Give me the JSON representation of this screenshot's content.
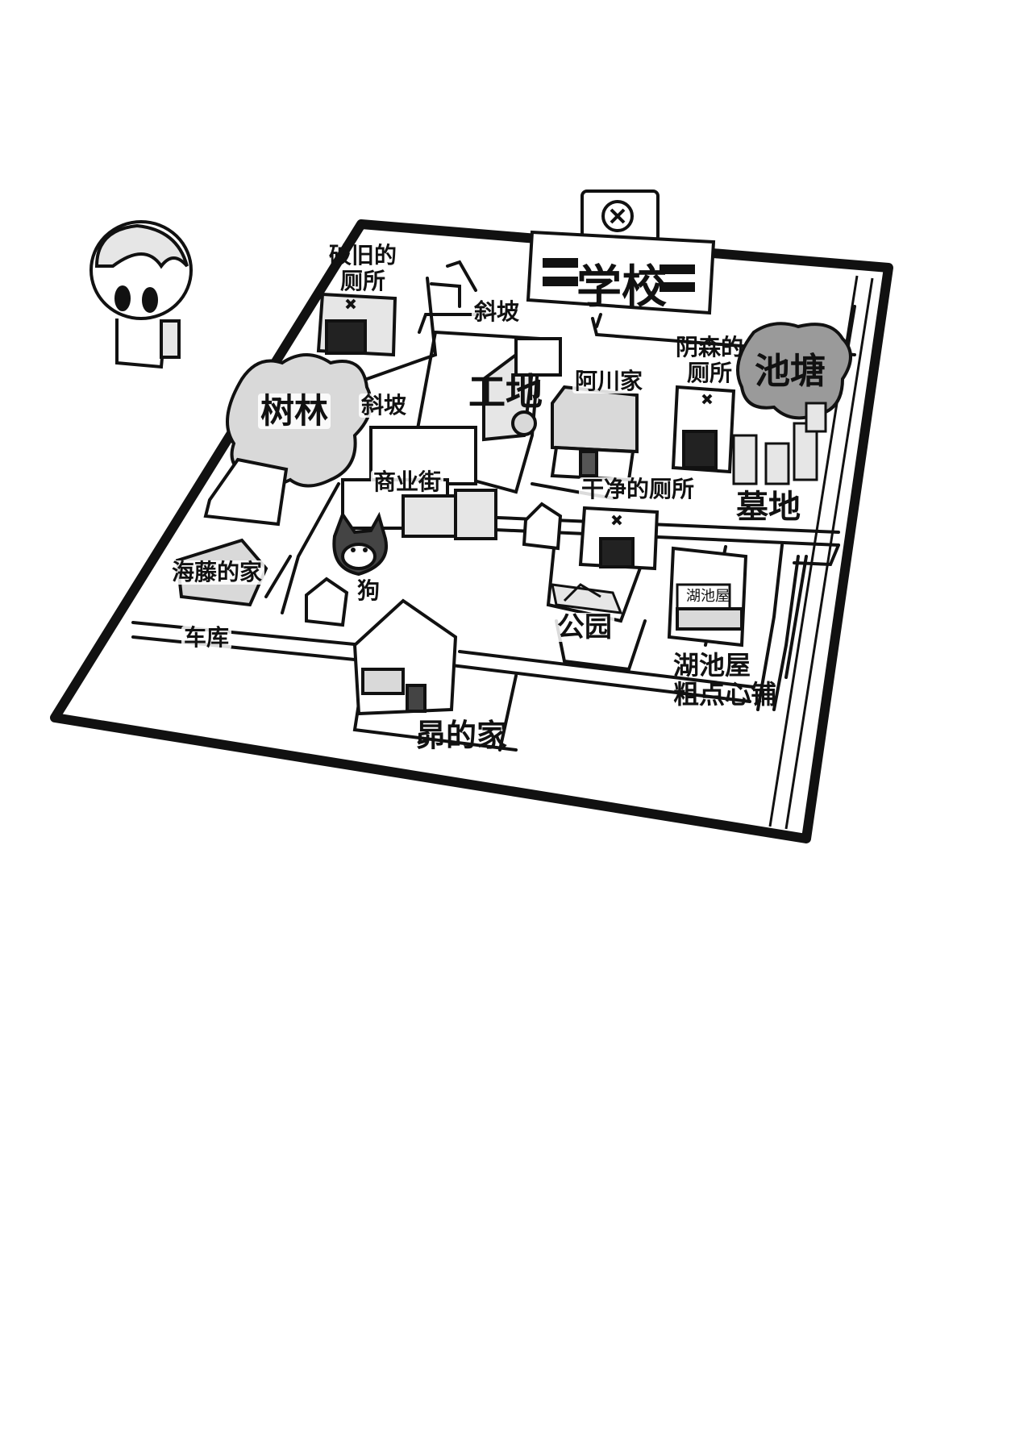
{
  "labels": {
    "ruined_toilet_1": "破旧的",
    "ruined_toilet_2": "厕所",
    "school": "学校",
    "slope_top": "斜坡",
    "slope_left": "斜坡",
    "yinsen_toilet_1": "阴森的",
    "yinsen_toilet_2": "厕所",
    "pond": "池塘",
    "woods": "树林",
    "construction": "工地",
    "achuan_home": "阿川家",
    "shopping_street": "商业街",
    "clean_toilet": "干净的厕所",
    "cemetery": "墓地",
    "haito_home": "海藤的家",
    "dog": "狗",
    "park": "公园",
    "garage": "车库",
    "koike_shop_1": "湖池屋",
    "koike_shop_2": "粗点心铺",
    "subaru_home": "昴的家"
  },
  "signs": {
    "koike_sign": "湖池屋"
  },
  "colors": {
    "ink": "#111111",
    "gray": "#9a9a9a",
    "light_gray": "#d9d9d9",
    "paper": "#ffffff"
  }
}
